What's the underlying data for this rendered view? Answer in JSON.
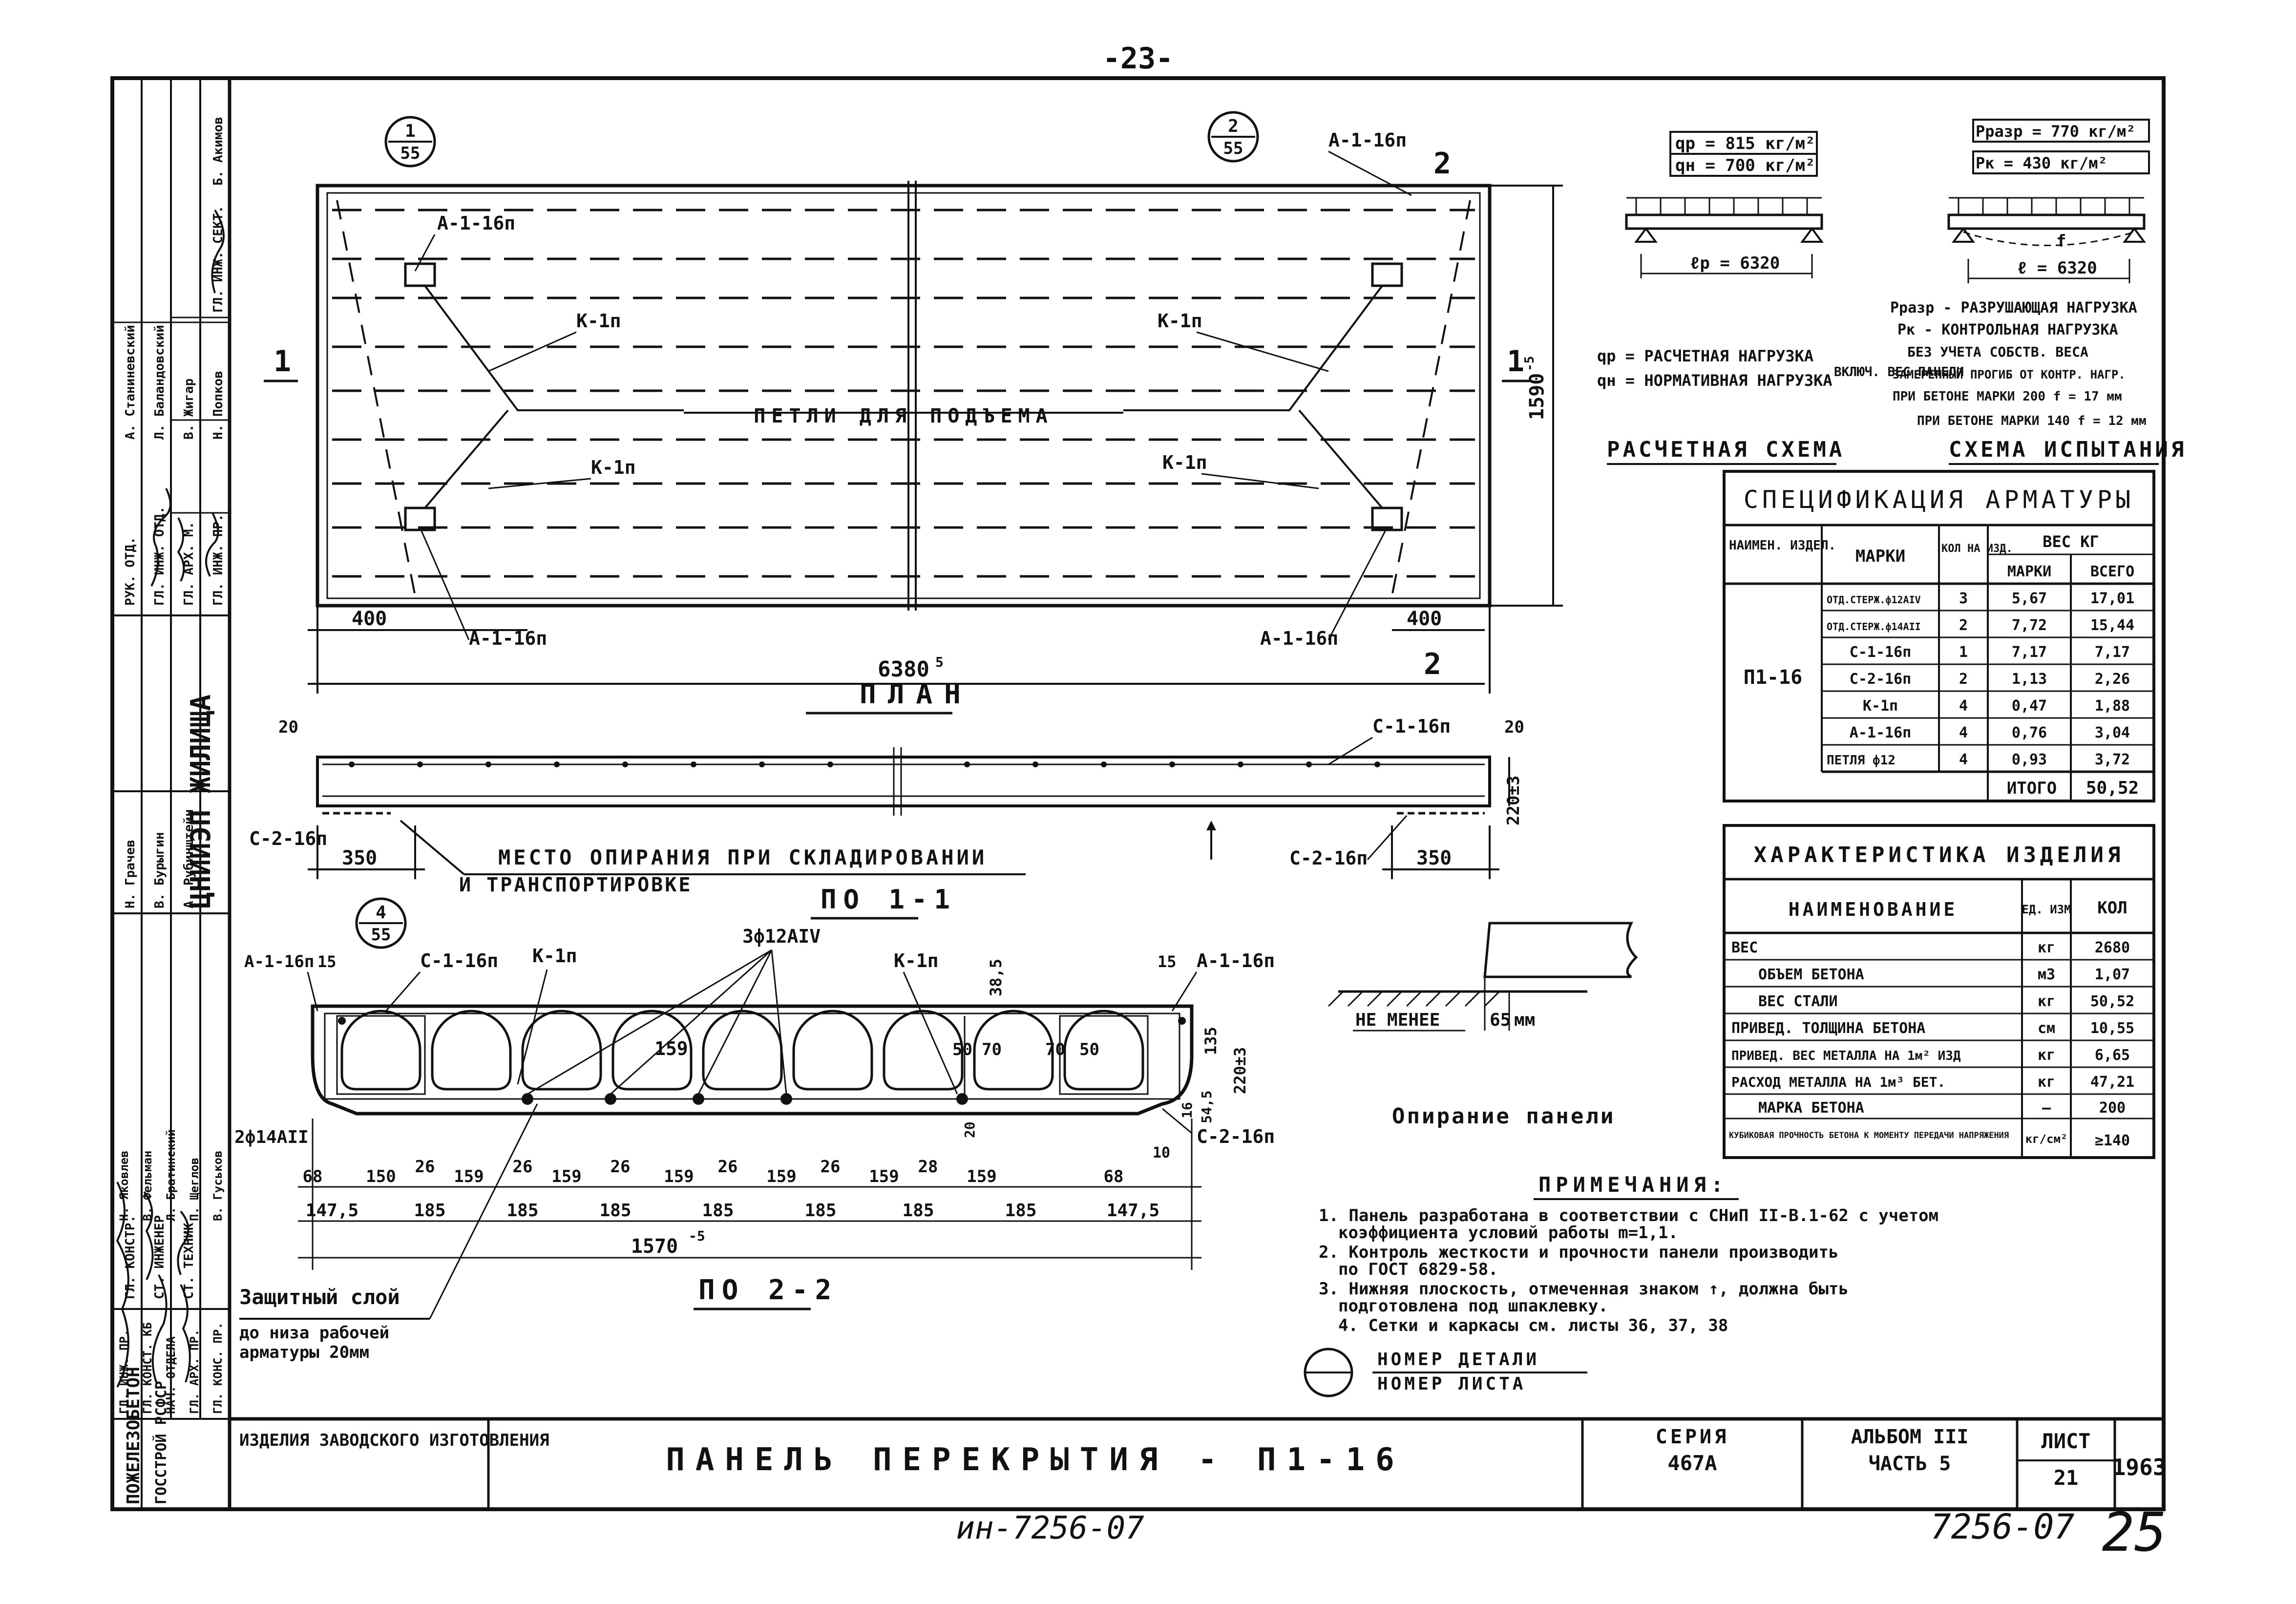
{
  "page": {
    "top_number": "-23-",
    "bottom_left_code": "ин-7256-07",
    "bottom_right_code": "7256-07",
    "bottom_right_page": "25"
  },
  "left_stamp": {
    "org_1": "ПОЖЕЛЕЗОБЕТОН",
    "org_2": "ГОССТРОЙ РСФСР",
    "org_logo": "ЦНИИЭП ЖИЛИЩА",
    "upper_roles": [
      "РУК. ОТД.",
      "ГЛ. ИНЖ. ОТД.",
      "ГЛ. АРХ. М.",
      "ГЛ. ИНЖ. ПР.",
      "ГЛ. ИНЖ. СЕКТ."
    ],
    "upper_names": [
      "А. Станиневский",
      "Л. Баландовский",
      "В. Жигар",
      "Н. Попков",
      "Б. Акимов"
    ],
    "middle_roles": [
      "ГЛ. КОНСТР.",
      "СТ. ИНЖЕНЕР",
      "СТ. ТЕХНИК"
    ],
    "middle_names": [
      "Н. Грачев",
      "В. Бурыгин",
      "А. Рубинштейн"
    ],
    "lower_roles": [
      "ГЛ. ИНЖ. ПР.",
      "ГЛ. КОНСТ. КБ",
      "НАЧ. ОТДЕЛА",
      "ГЛ. АРХ. ПР.",
      "ГЛ. КОНС. ПР."
    ],
    "lower_names": [
      "Н. Яковлев",
      "В. Фельман",
      "Л. Братинский",
      "П. Щеглов",
      "В. Гуськов"
    ]
  },
  "plan": {
    "title": "ПЛАН",
    "loop_label": "ПЕТЛИ ДЛЯ ПОДЪЕМА",
    "callouts": [
      "А-1-16п",
      "А-1-16п",
      "А-1-16п",
      "А-1-16п",
      "К-1п",
      "К-1п",
      "К-1п",
      "К-1п"
    ],
    "circle_1_top": "1",
    "circle_1_bottom": "55",
    "circle_2_top": "2",
    "circle_2_bottom": "55",
    "dim_length": "6380",
    "dim_length_tol": "5",
    "dim_width": "1590",
    "dim_width_tol": "-5",
    "dim_left": "400",
    "dim_right": "400",
    "section_1": "1",
    "section_2": "2"
  },
  "section_11": {
    "title": "ПО 1-1",
    "top_dim_left": "20",
    "top_dim_right": "20",
    "label_c1": "С-1-16п",
    "label_c2_left": "С-2-16п",
    "label_c2_right": "С-2-16п",
    "support_note_1": "МЕСТО ОПИРАНИЯ ПРИ СКЛАДИРОВАНИИ",
    "support_note_2": "И ТРАНСПОРТИРОВКЕ",
    "dim_350_left": "350",
    "dim_350_right": "350",
    "height": "220±3"
  },
  "section_22": {
    "title": "ПО 2-2",
    "label_a_left": "А-1-16п",
    "label_a_right": "А-1-16п",
    "label_c1": "С-1-16п",
    "label_c2": "С-2-16п",
    "label_k_left": "К-1п",
    "label_k_right": "К-1п",
    "label_bars": "3ф12АIV",
    "label_bottom_bars": "2ф14АII",
    "circle_4_top": "4",
    "circle_4_bottom": "55",
    "side_15_left": "15",
    "side_15_right": "15",
    "dim_38": "38,5",
    "dim_135": "135",
    "dim_220": "220±3",
    "dim_16": "16",
    "dim_54": "54,5",
    "dim_20": "20",
    "dim_10": "10",
    "void_dia": "159",
    "inner_50_a": "50",
    "inner_70_a": "70",
    "inner_70_b": "70",
    "inner_50_b": "50",
    "dims_row1": [
      "68",
      "150",
      "26",
      "159",
      "26",
      "159",
      "26",
      "159",
      "26",
      "159",
      "26",
      "159",
      "28",
      "159",
      "68"
    ],
    "dims_row2": [
      "147,5",
      "185",
      "185",
      "185",
      "185",
      "185",
      "185",
      "185",
      "147,5"
    ],
    "total_width": "1570",
    "total_width_tol": "-5",
    "cover_note_1": "Защитный слой",
    "cover_note_2": "до низа рабочей",
    "cover_note_3": "арматуры 20мм"
  },
  "calc_scheme": {
    "qp": "qр = 815 кг/м²",
    "qn": "qн = 700 кг/м²",
    "span": "ℓр = 6320",
    "title": "РАСЧЕТНАЯ СХЕМА",
    "legend_qp": "qр = РАСЧЕТНАЯ НАГРУЗКА",
    "legend_qn": "qн = НОРМАТИВНАЯ НАГРУЗКА",
    "legend_note": "ВКЛЮЧ. ВЕС ПАНЕЛИ"
  },
  "test_scheme": {
    "p_break": "Рразр = 770 кг/м²",
    "p_control": "Рк = 430 кг/м²",
    "span": "ℓ = 6320",
    "deflection": "f",
    "legend_1": "Рразр - РАЗРУШАЮЩАЯ НАГРУЗКА",
    "legend_2": "Рк - КОНТРОЛЬНАЯ НАГРУЗКА",
    "legend_3": "БЕЗ УЧЕТА СОБСТВ. ВЕСА",
    "legend_4": "ЗАМЕРЕННЫЙ ПРОГИБ ОТ КОНТР. НАГР.",
    "legend_5": "ПРИ БЕТОНЕ МАРКИ 200 f = 17 мм",
    "legend_6": "ПРИ БЕТОНЕ МАРКИ 140 f = 12 мм",
    "title": "СХЕМА ИСПЫТАНИЯ"
  },
  "spec_table": {
    "title": "СПЕЦИФИКАЦИЯ АРМАТУРЫ",
    "h_name": "НАИМЕН. ИЗДЕЛ.",
    "h_marks": "МАРКИ",
    "h_qty": "КОЛ НА ИЗД.",
    "h_weight": "ВЕС КГ",
    "h_weight_mark": "МАРКИ",
    "h_weight_total": "ВСЕГО",
    "product": "П1-16",
    "rows": [
      {
        "mark": "ОТД.СТЕРЖ.ф12АIV",
        "qty": "3",
        "w": "5,67",
        "total": "17,01"
      },
      {
        "mark": "ОТД.СТЕРЖ.ф14АII",
        "qty": "2",
        "w": "7,72",
        "total": "15,44"
      },
      {
        "mark": "С-1-16п",
        "qty": "1",
        "w": "7,17",
        "total": "7,17"
      },
      {
        "mark": "С-2-16п",
        "qty": "2",
        "w": "1,13",
        "total": "2,26"
      },
      {
        "mark": "К-1п",
        "qty": "4",
        "w": "0,47",
        "total": "1,88"
      },
      {
        "mark": "А-1-16п",
        "qty": "4",
        "w": "0,76",
        "total": "3,04"
      },
      {
        "mark": "ПЕТЛЯ ф12",
        "qty": "4",
        "w": "0,93",
        "total": "3,72"
      }
    ],
    "total_label": "ИТОГО",
    "total_value": "50,52"
  },
  "char_table": {
    "title": "ХАРАКТЕРИСТИКА ИЗДЕЛИЯ",
    "h_name": "НАИМЕНОВАНИЕ",
    "h_unit": "ЕД. ИЗМ",
    "h_qty": "КОЛ",
    "rows": [
      {
        "name": "ВЕС",
        "unit": "кг",
        "val": "2680"
      },
      {
        "name": "ОБЪЕМ БЕТОНА",
        "unit": "м3",
        "val": "1,07"
      },
      {
        "name": "ВЕС СТАЛИ",
        "unit": "кг",
        "val": "50,52"
      },
      {
        "name": "ПРИВЕД. ТОЛЩИНА БЕТОНА",
        "unit": "см",
        "val": "10,55"
      },
      {
        "name": "ПРИВЕД. ВЕС МЕТАЛЛА НА 1м² ИЗД",
        "unit": "кг",
        "val": "6,65"
      },
      {
        "name": "РАСХОД МЕТАЛЛА НА 1м³ БЕТ.",
        "unit": "кг",
        "val": "47,21"
      },
      {
        "name": "МАРКА БЕТОНА",
        "unit": "—",
        "val": "200"
      },
      {
        "name": "КУБИКОВАЯ ПРОЧНОСТЬ БЕТОНА К МОМЕНТУ ПЕРЕДАЧИ НАПРЯЖЕНИЯ",
        "unit": "кг/см²",
        "val": "≥140"
      }
    ]
  },
  "support_detail": {
    "label": "НЕ МЕНЕЕ",
    "value": "65",
    "unit": "мм",
    "title": "Опирание панели"
  },
  "notes": {
    "title": "ПРИМЕЧАНИЯ:",
    "lines": [
      "1. Панель разработана в соответствии с СНиП II-В.1-62 с учетом",
      "коэффициента условий работы m=1,1.",
      "2. Контроль жесткости и прочности панели производить",
      "по ГОСТ 6829-58.",
      "3. Нижняя плоскость, отмеченная знаком ↑, должна быть",
      "подготовлена под шпаклевку.",
      "4. Сетки и каркасы см. листы  36, 37, 38"
    ],
    "legend_top": "НОМЕР ДЕТАЛИ",
    "legend_bottom": "НОМЕР ЛИСТА"
  },
  "title_block": {
    "left": "ИЗДЕЛИЯ ЗАВОДСКОГО ИЗГОТОВЛЕНИЯ",
    "title": "ПАНЕЛЬ ПЕРЕКРЫТИЯ - П1-16",
    "series_label": "СЕРИЯ",
    "series": "467А",
    "album": "АЛЬБОМ III",
    "part": "ЧАСТЬ 5",
    "sheet_label": "ЛИСТ",
    "sheet": "21",
    "year": "1963"
  }
}
